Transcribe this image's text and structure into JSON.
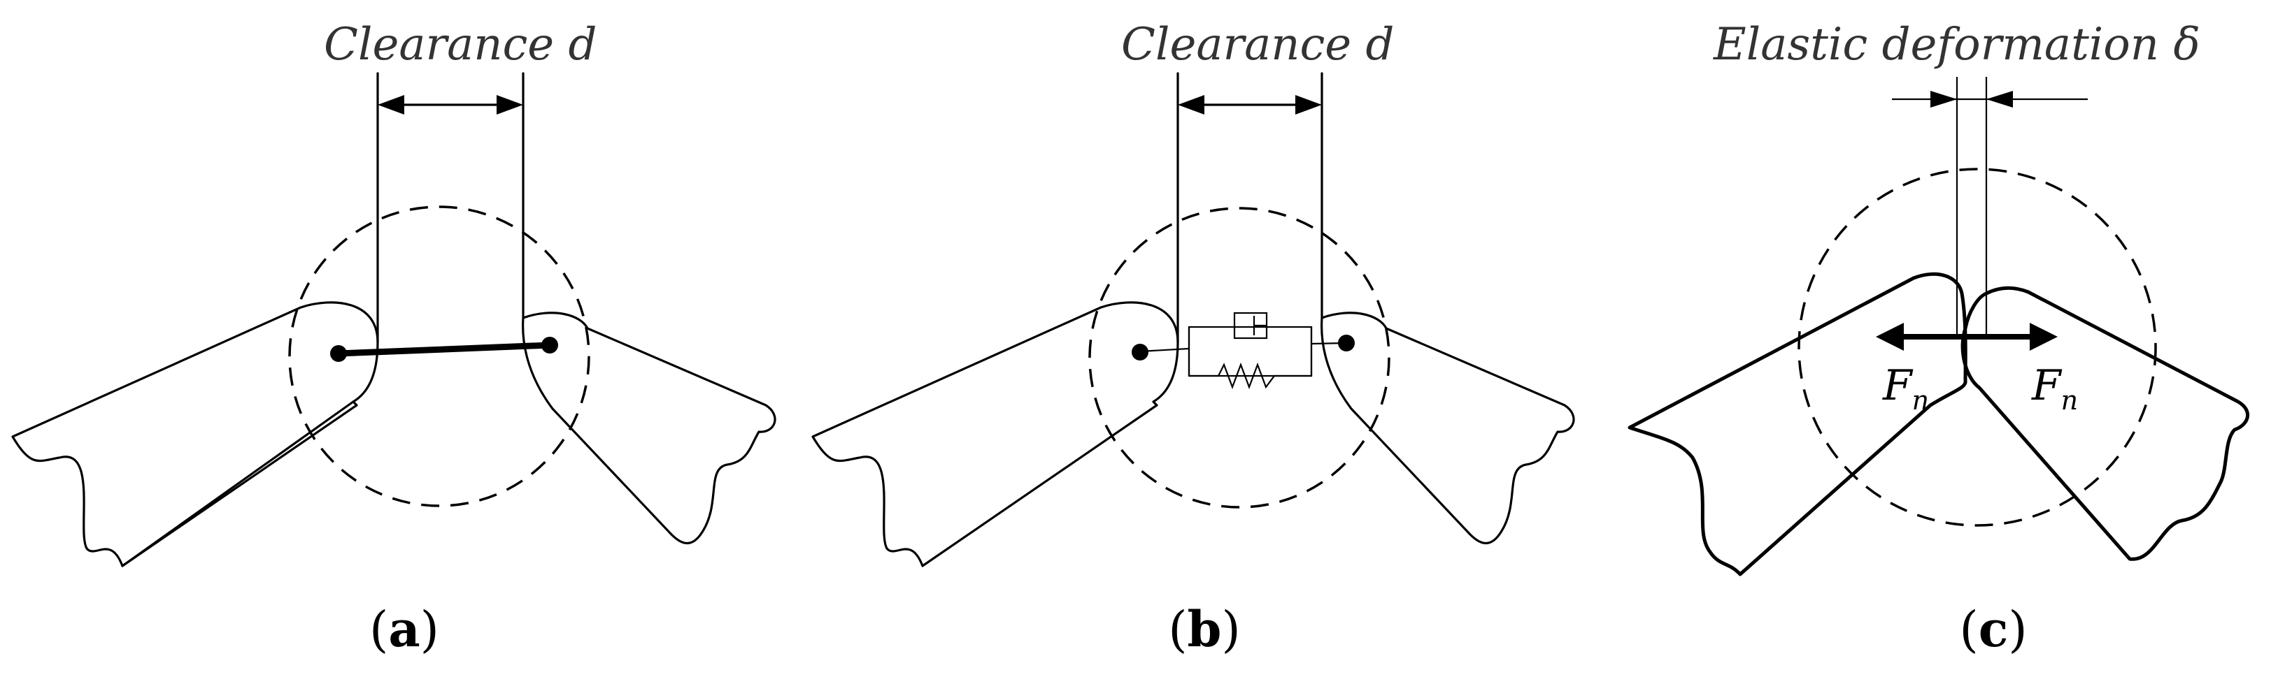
{
  "panels": [
    {
      "label": "Clearance d",
      "label_text": "Clearance ",
      "label_var": "d",
      "caption_letter": "a"
    },
    {
      "label": "Clearance d",
      "label_text": "Clearance ",
      "label_var": "d",
      "caption_letter": "b"
    },
    {
      "label": "Elastic deformation δ",
      "label_text": "Elastic deformation ",
      "label_var": "δ",
      "caption_letter": "c",
      "force_symbol": "F",
      "force_subscript": "n"
    }
  ],
  "caption_open": "(",
  "caption_close": ")"
}
